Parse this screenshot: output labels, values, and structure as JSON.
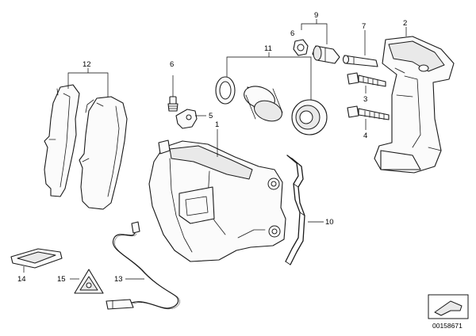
{
  "callouts": {
    "c1": "1",
    "c2": "2",
    "c3": "3",
    "c4": "4",
    "c5": "5",
    "c6a": "6",
    "c6b": "6",
    "c7": "7",
    "c9": "9",
    "c10": "10",
    "c11": "11",
    "c12": "12",
    "c13": "13",
    "c14": "14",
    "c15": "15"
  },
  "diagram_code": "00158671"
}
